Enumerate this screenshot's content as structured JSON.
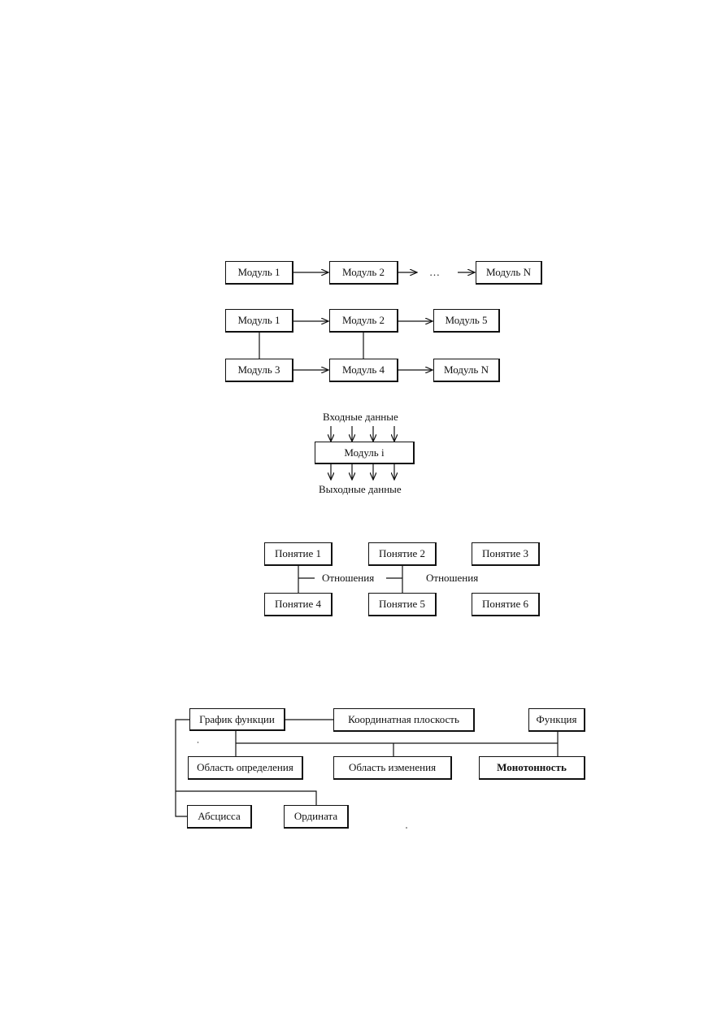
{
  "diagram1": {
    "modules": [
      "Модуль 1",
      "Модуль 2",
      "Модуль N"
    ],
    "ellipsis": "…"
  },
  "diagram2": {
    "modules": [
      "Модуль 1",
      "Модуль 2",
      "Модуль 5",
      "Модуль 3",
      "Модуль 4",
      "Модуль N"
    ]
  },
  "diagram3": {
    "input_label": "Входные данные",
    "module": "Модуль i",
    "output_label": "Выходные данные"
  },
  "diagram4": {
    "concepts": [
      "Понятие 1",
      "Понятие 2",
      "Понятие 3",
      "Понятие 4",
      "Понятие 5",
      "Понятие 6"
    ],
    "relations": [
      "Отношения",
      "Отношения"
    ]
  },
  "diagram5": {
    "nodes": {
      "graph": "График функции",
      "plane": "Координатная плоскость",
      "function": "Функция",
      "domain": "Область определения",
      "range": "Область изменения",
      "monotonicity": "Монотонность",
      "abscissa": "Абсцисса",
      "ordinate": "Ордината"
    }
  }
}
